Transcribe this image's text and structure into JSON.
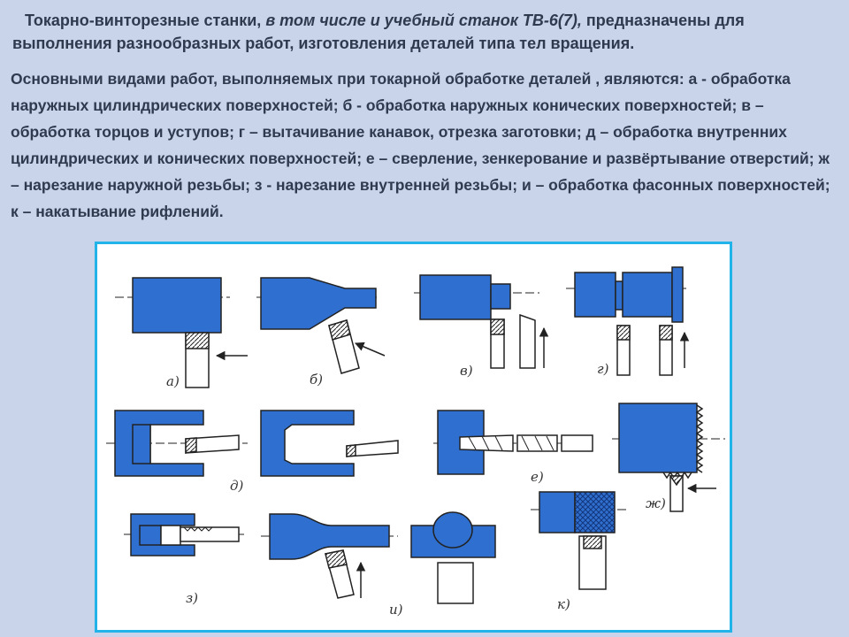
{
  "intro": {
    "part1": "Токарно-винторезные станки,",
    "part2": " в  том числе и учебный станок ТВ-6(7),",
    "part3": "  предназначены для выполнения разнообразных работ, изготовления деталей типа тел вращения."
  },
  "body_text": "Основными видами работ, выполняемых при токарной обработке деталей , являются: а - обработка наружных цилиндрических поверхностей; б - обработка наружных конических  поверхностей; в – обработка торцов и уступов; г – вытачивание канавок, отрезка заготовки; д – обработка внутренних цилиндрических и конических поверхностей; е – сверление, зенкерование и развёртывание отверстий; ж – нарезание наружной резьбы; з - нарезание внутренней резьбы; и – обработка фасонных поверхностей; к – накатывание рифлений.",
  "figure": {
    "labels": {
      "a": "а)",
      "b": "б)",
      "v": "в)",
      "g": "г)",
      "d": "д)",
      "e": "е)",
      "zh": "ж)",
      "z": "з)",
      "i": "и)",
      "k": "к)"
    },
    "colors": {
      "part": "#2f6fd0",
      "tool": "#ffffff",
      "line": "#222222",
      "frame": "#22b4e8"
    }
  }
}
